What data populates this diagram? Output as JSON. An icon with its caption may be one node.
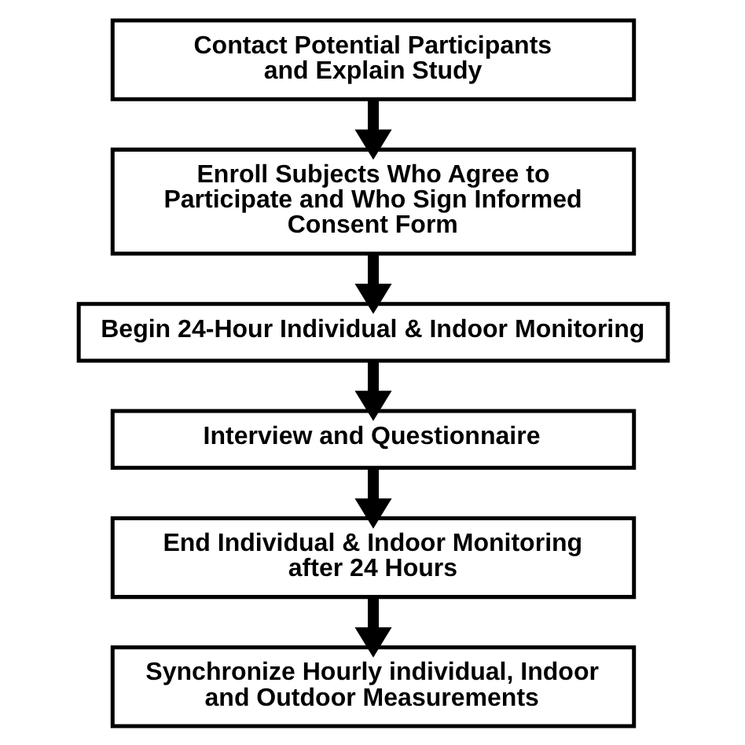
{
  "diagram": {
    "nodes": [
      {
        "text": [
          "Contact Potential Participants and Explain Study"
        ]
      },
      {
        "text": [
          "Enroll Subjects Who Agree to Participate and Who Sign Informed Consent Form"
        ]
      },
      {
        "text": [
          "Begin 24-Hour Individual & Indoor Monitoring"
        ]
      },
      {
        "text": [
          "Interview and Questionnaire"
        ]
      },
      {
        "text": [
          "End Individual & Indoor Monitoring after 24 Hours"
        ]
      },
      {
        "text": [
          "Synchronize Hourly individual, Indoor and Outdoor Measurements"
        ]
      }
    ],
    "edges": [
      {
        "from": 0,
        "to": 1,
        "arrow": "to"
      },
      {
        "from": 1,
        "to": 2,
        "arrow": "to"
      },
      {
        "from": 2,
        "to": 3,
        "arrow": "to"
      },
      {
        "from": 3,
        "to": 4,
        "arrow": "to"
      },
      {
        "from": 4,
        "to": 5,
        "arrow": "to"
      }
    ]
  }
}
